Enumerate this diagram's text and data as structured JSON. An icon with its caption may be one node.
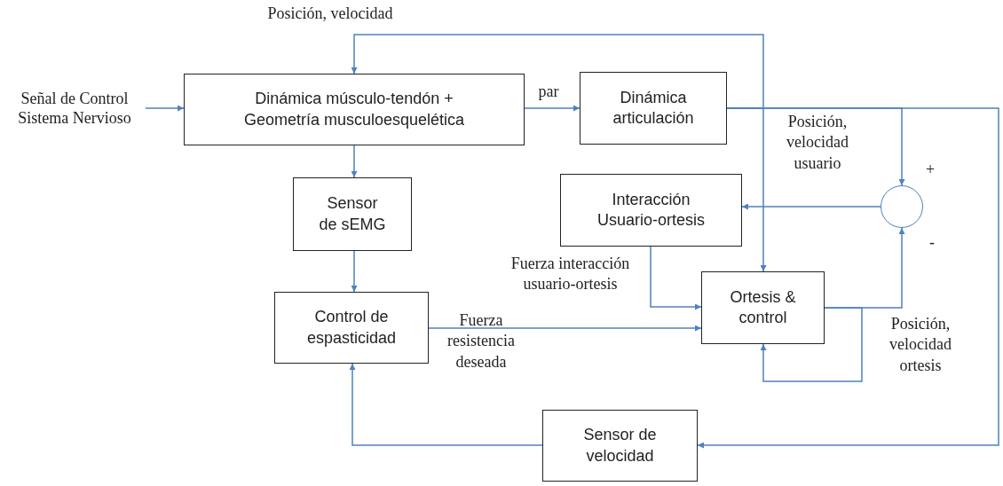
{
  "diagram": {
    "nodes": [
      {
        "text": [
          "Señal de Control Sistema Nervioso"
        ]
      },
      {
        "text": [
          "Dinámica músculo-tendón + Geometría musculoesquelética"
        ]
      },
      {
        "text": [
          "Dinámica articulación"
        ]
      },
      {
        "text": [
          "Sensor de sEMG"
        ]
      },
      {
        "text": [
          "Interacción Usuario-ortesis"
        ]
      },
      {
        "text": [],
        "shape": "circle"
      },
      {
        "text": [
          "Control de espasticidad"
        ]
      },
      {
        "text": [
          "Ortesis & control"
        ]
      },
      {
        "text": [
          "Sensor de velocidad"
        ]
      }
    ],
    "edges": [
      {
        "from": 0,
        "to": 1,
        "arrow": "to"
      },
      {
        "from": 1,
        "to": 2,
        "arrow": "to",
        "label": "par"
      },
      {
        "from": 2,
        "to": 1,
        "arrow": "to",
        "label": "Posición, velocidad"
      },
      {
        "from": 2,
        "to": 7,
        "arrow": "to"
      },
      {
        "from": 2,
        "to": 5,
        "arrow": "to"
      },
      {
        "from": 2,
        "to": 8,
        "arrow": "to",
        "label": "Posición, velocidad usuario"
      },
      {
        "from": 5,
        "to": 4,
        "arrow": "to"
      },
      {
        "from": 7,
        "to": 5,
        "arrow": "to"
      },
      {
        "from": 7,
        "to": 7,
        "arrow": "to"
      },
      {
        "from": 4,
        "to": 7,
        "arrow": "to",
        "label": "Fuerza interacción usuario-ortesis"
      },
      {
        "from": 6,
        "to": 7,
        "arrow": "to",
        "label": "Fuerza resistencia deseada"
      },
      {
        "from": 1,
        "to": 3,
        "arrow": "to"
      },
      {
        "from": 3,
        "to": 6,
        "arrow": "to"
      },
      {
        "from": 8,
        "to": 6,
        "arrow": "to"
      }
    ],
    "labels": [
      "+",
      "-",
      "Posición, velocidad ortesis"
    ]
  }
}
